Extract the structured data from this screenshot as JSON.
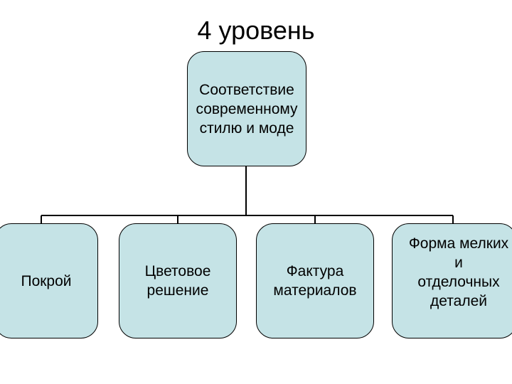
{
  "title": "4 уровень",
  "root": {
    "label": "Соответствие\nсовременному\nстилю и моде"
  },
  "children": [
    {
      "label": "Покрой"
    },
    {
      "label": "Цветовое\nрешение"
    },
    {
      "label": "Фактура\nматериалов"
    },
    {
      "label": "Форма мелких\nи\nотделочных\nдеталей"
    }
  ],
  "colors": {
    "node_fill": "#c5e3e6",
    "stroke": "#000000"
  }
}
